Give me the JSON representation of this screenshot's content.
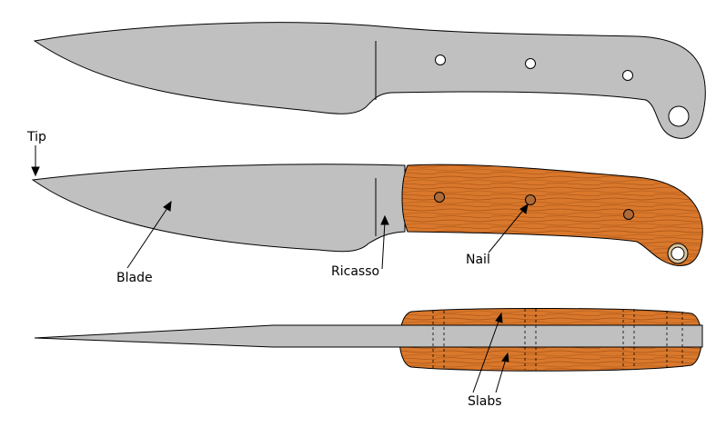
{
  "diagram": {
    "labels": {
      "tip": "Tip",
      "blade": "Blade",
      "ricasso": "Ricasso",
      "nail": "Nail",
      "slabs": "Slabs"
    },
    "colors": {
      "steel": "#c0c0c0",
      "wood": "#d9782c",
      "wood_grain": "#9e4a12",
      "pin": "#b06a35",
      "outline": "#000000",
      "background": "#ffffff"
    }
  }
}
